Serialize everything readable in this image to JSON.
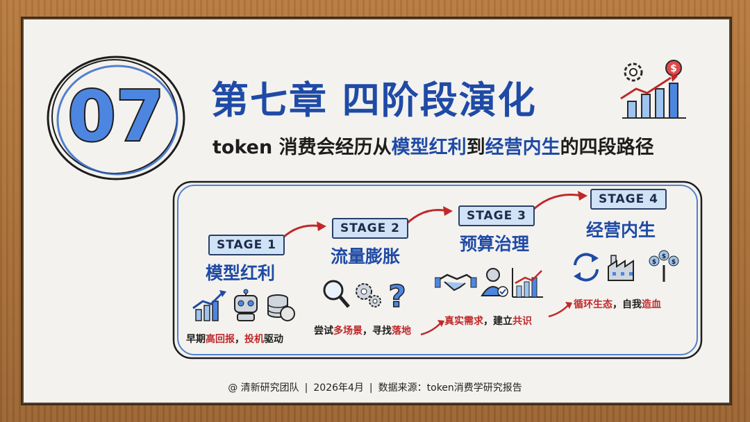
{
  "chapter_number": "07",
  "title": "第七章 四阶段演化",
  "subtitle": {
    "pre": "token 消费会经历从",
    "hl1": "模型红利",
    "mid": "到",
    "hl2": "经营内生",
    "post": "的四段路径"
  },
  "stages": [
    {
      "label": "STAGE 1",
      "name": "模型红利",
      "desc": [
        {
          "t": "早期",
          "c": "n"
        },
        {
          "t": "高回报",
          "c": "r"
        },
        {
          "t": "，",
          "c": "n"
        },
        {
          "t": "投机",
          "c": "r"
        },
        {
          "t": "驱动",
          "c": "n"
        }
      ],
      "icons": [
        "chart-growth-icon",
        "robot-icon",
        "coins-icon"
      ]
    },
    {
      "label": "STAGE 2",
      "name": "流量膨胀",
      "desc": [
        {
          "t": "尝试",
          "c": "n"
        },
        {
          "t": "多场景",
          "c": "r"
        },
        {
          "t": "，寻找",
          "c": "n"
        },
        {
          "t": "落地",
          "c": "r"
        }
      ],
      "icons": [
        "magnifier-icon",
        "gears-icon",
        "question-icon"
      ]
    },
    {
      "label": "STAGE 3",
      "name": "预算治理",
      "desc": [
        {
          "t": "真实需求",
          "c": "r"
        },
        {
          "t": "，建立",
          "c": "n"
        },
        {
          "t": "共识",
          "c": "r"
        }
      ],
      "icons": [
        "handshake-icon",
        "user-check-icon",
        "bar-chart-icon"
      ]
    },
    {
      "label": "STAGE 4",
      "name": "经营内生",
      "desc": [
        {
          "t": "循环生态",
          "c": "r"
        },
        {
          "t": "，自我",
          "c": "n"
        },
        {
          "t": "造血",
          "c": "r"
        }
      ],
      "icons": [
        "cycle-icon",
        "factory-icon",
        "money-tree-icon"
      ]
    }
  ],
  "footer": {
    "author": "@ 清新研究团队",
    "date": "2026年4月",
    "source": "数据来源：token消费学研究报告"
  },
  "colors": {
    "blue": "#1f4aa6",
    "red": "#c0282a",
    "stage_bg": "#cfe2f6",
    "board": "#f3f2ee",
    "wood": "#a86d36"
  }
}
